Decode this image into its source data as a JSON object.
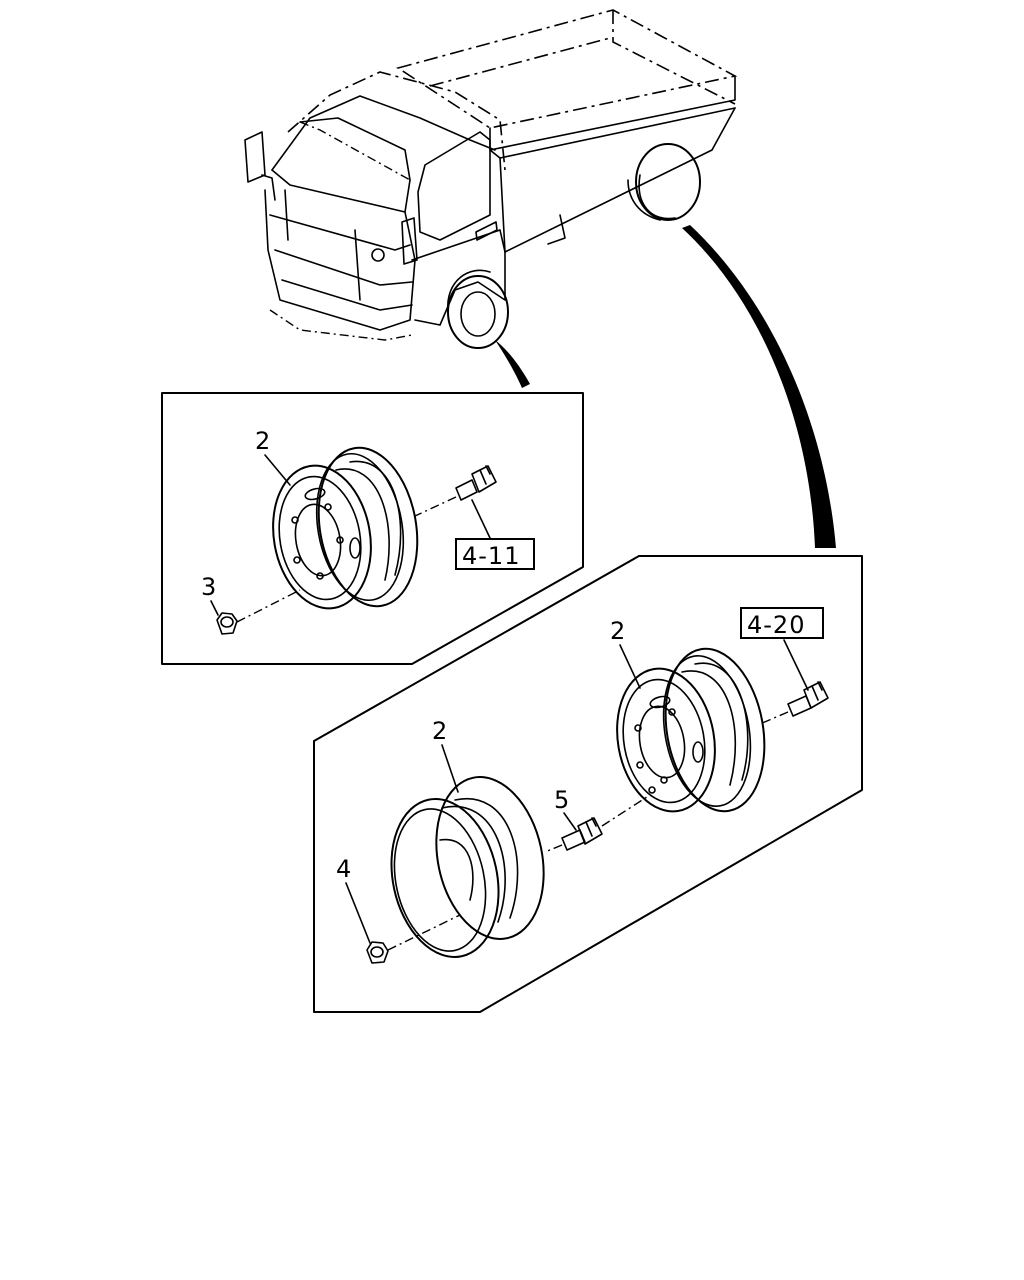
{
  "callouts": {
    "upper_wheel": "2",
    "upper_nut": "3",
    "upper_ref": "4-11",
    "lower_ref": "4-20",
    "lower_outer_wheel": "2",
    "lower_inner_wheel": "2",
    "lower_stud": "5",
    "lower_nut": "4"
  },
  "colors": {
    "line": "#000000",
    "background": "#ffffff"
  }
}
